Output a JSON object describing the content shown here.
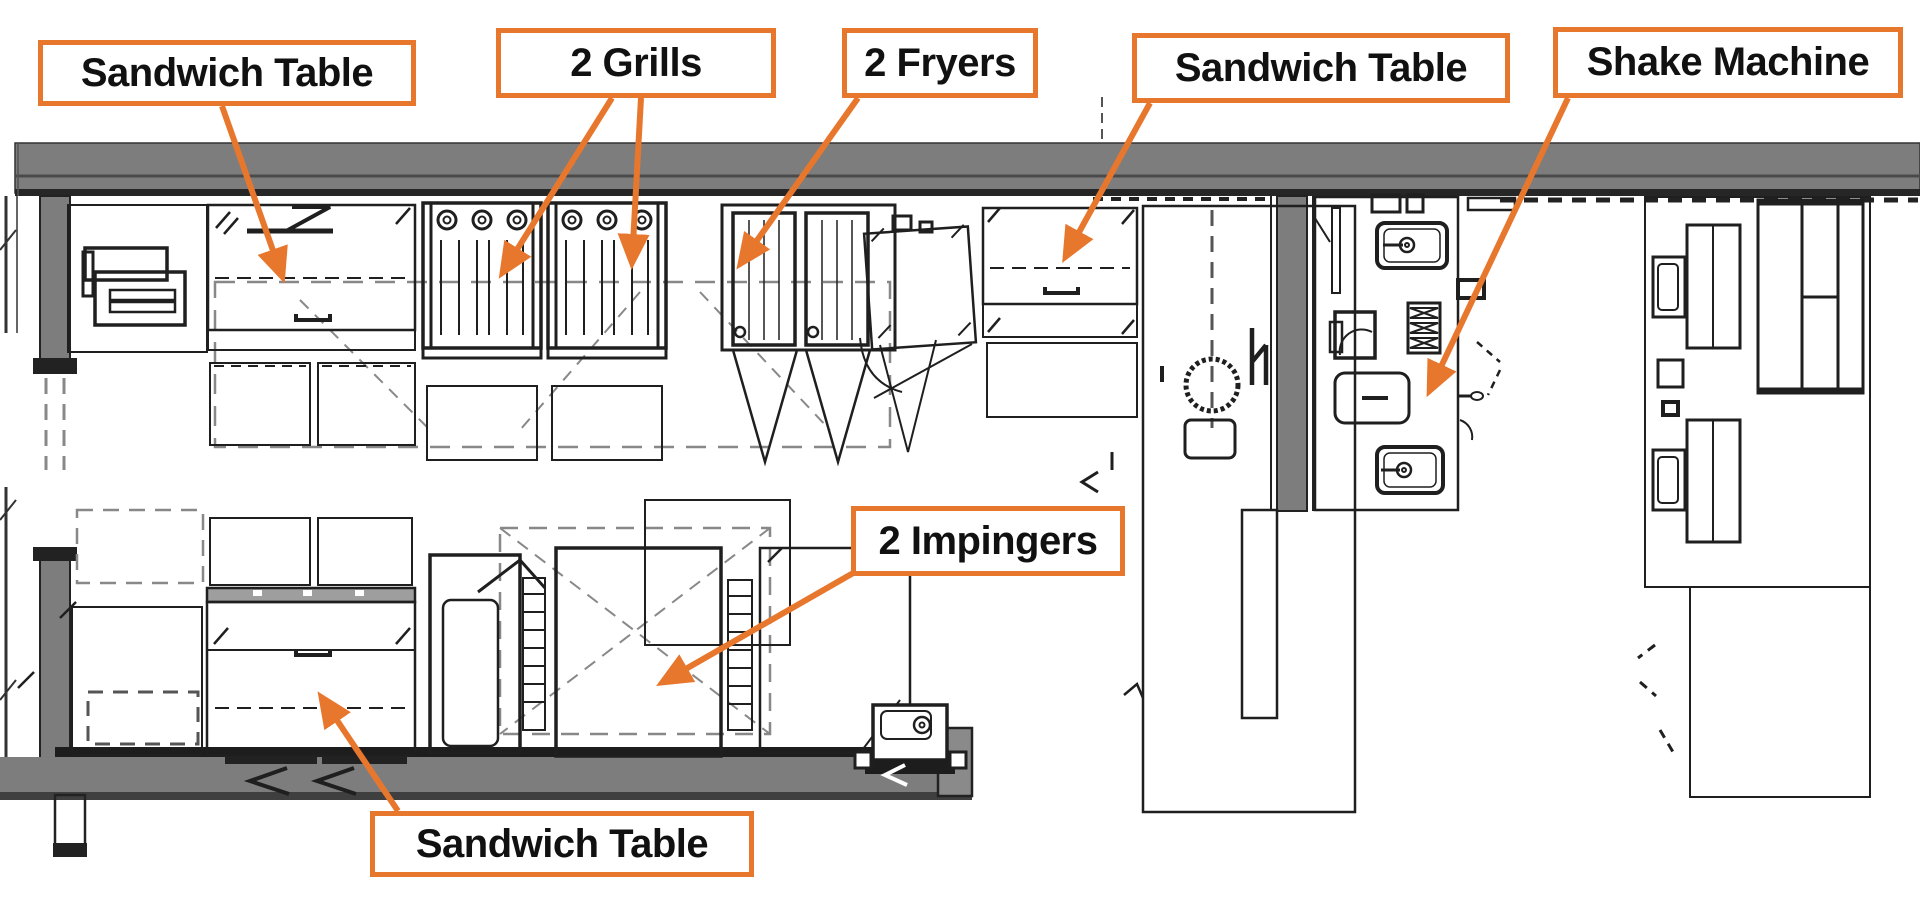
{
  "diagram": {
    "kind": "kitchen-equipment-floor-plan",
    "annotation_style": "orange callout boxes with leader arrows"
  },
  "labels": [
    {
      "id": "sandwich-table-top-left",
      "text": "Sandwich Table"
    },
    {
      "id": "grills",
      "text": "2 Grills"
    },
    {
      "id": "fryers",
      "text": "2 Fryers"
    },
    {
      "id": "sandwich-table-top-right",
      "text": "Sandwich Table"
    },
    {
      "id": "shake-machine",
      "text": "Shake Machine"
    },
    {
      "id": "impingers",
      "text": "2 Impingers"
    },
    {
      "id": "sandwich-table-bottom",
      "text": "Sandwich Table"
    }
  ],
  "colors": {
    "callout_border": "#E8772E",
    "callout_bg": "#FFFFFF",
    "callout_text": "#111111",
    "wall_fill": "#7D7D7D",
    "line": "#1F1F1F"
  }
}
